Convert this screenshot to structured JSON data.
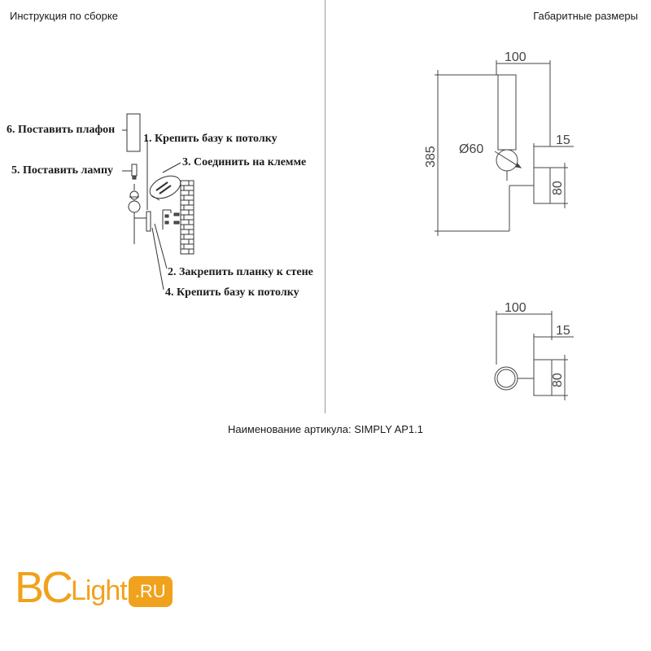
{
  "header": {
    "left_title": "Инструкция по сборке",
    "right_title": "Габаритные размеры"
  },
  "steps": [
    {
      "id": "step-1",
      "text": "1. Крепить базу к потолку"
    },
    {
      "id": "step-2",
      "text": "2. Закрепить планку к стене"
    },
    {
      "id": "step-3",
      "text": "3. Соединить на клемме"
    },
    {
      "id": "step-4",
      "text": "4. Крепить базу к потолку"
    },
    {
      "id": "step-5",
      "text": "5. Поставить лампу"
    },
    {
      "id": "step-6",
      "text": "6. Поставить плафон"
    }
  ],
  "dimensions": {
    "front_width": "100",
    "front_height": "385",
    "globe_diameter": "Ø60",
    "front_offset": "15",
    "front_base": "80",
    "top_width": "100",
    "top_offset": "15",
    "top_base": "80"
  },
  "article": "Наименование артикула: SIMPLY AP1.1",
  "logo": {
    "part1": "BC",
    "part2": "Light",
    "part3": ".RU"
  }
}
